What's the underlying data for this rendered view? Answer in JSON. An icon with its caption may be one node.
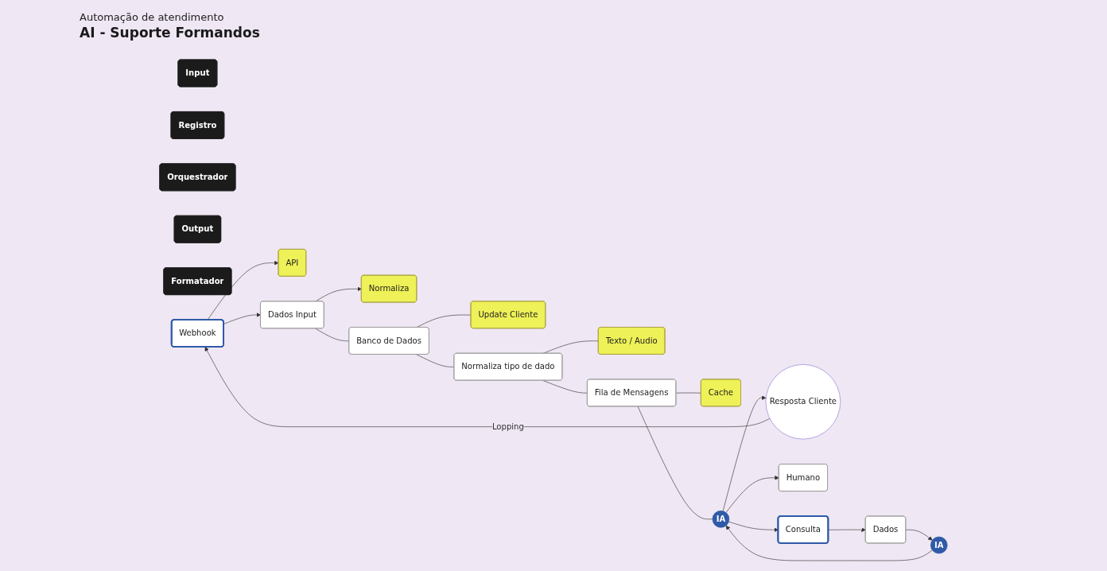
{
  "diagram": {
    "title": "AI - Suporte Formandos",
    "nodes": [
      {
        "text": [
          "Input"
        ]
      },
      {
        "text": [
          "Webhook"
        ]
      },
      {
        "text": [
          "API"
        ]
      },
      {
        "text": [
          "Dados Input"
        ]
      },
      {
        "text": [
          "Normaliza"
        ]
      },
      {
        "text": [
          "Registro"
        ]
      },
      {
        "text": [
          "Banco de Dados"
        ]
      },
      {
        "text": [
          "Update Cliente"
        ]
      },
      {
        "text": [
          "Normaliza tipo de dado"
        ]
      },
      {
        "text": [
          "Texto / Audio"
        ]
      },
      {
        "text": [
          "Fila de Mensagens"
        ]
      },
      {
        "text": [
          "Cache"
        ]
      },
      {
        "text": [
          "Orquestrador"
        ]
      },
      {
        "text": [
          "IA"
        ]
      },
      {
        "text": [
          "Resposta Cliente"
        ]
      },
      {
        "text": [
          "Output"
        ]
      },
      {
        "text": [
          "Humano"
        ]
      },
      {
        "text": [
          "Consulta"
        ]
      },
      {
        "text": [
          "Dados"
        ]
      },
      {
        "text": [
          "Formatador"
        ]
      },
      {
        "text": [
          "IA"
        ]
      }
    ],
    "edges": [
      {
        "from": 1,
        "to": 3,
        "arrow": "to"
      },
      {
        "from": 1,
        "to": 2,
        "arrow": "to"
      },
      {
        "from": 3,
        "to": 4,
        "arrow": "to"
      },
      {
        "from": 3,
        "to": 6,
        "arrow": "none"
      },
      {
        "from": 6,
        "to": 7,
        "arrow": "none"
      },
      {
        "from": 6,
        "to": 8,
        "arrow": "none"
      },
      {
        "from": 8,
        "to": 9,
        "arrow": "none"
      },
      {
        "from": 8,
        "to": 10,
        "arrow": "none"
      },
      {
        "from": 10,
        "to": 11,
        "arrow": "none"
      },
      {
        "from": 10,
        "to": 13,
        "arrow": "none"
      },
      {
        "from": 13,
        "to": 14,
        "arrow": "to"
      },
      {
        "from": 14,
        "to": 1,
        "arrow": "to",
        "label": "Lopping"
      },
      {
        "from": 13,
        "to": 16,
        "arrow": "to"
      },
      {
        "from": 13,
        "to": 17,
        "arrow": "to"
      },
      {
        "from": 17,
        "to": 18,
        "arrow": "to"
      },
      {
        "from": 18,
        "to": 20,
        "arrow": "to"
      },
      {
        "from": 20,
        "to": 13,
        "arrow": "to"
      }
    ],
    "labels": [
      "Automação de atendimento"
    ]
  }
}
